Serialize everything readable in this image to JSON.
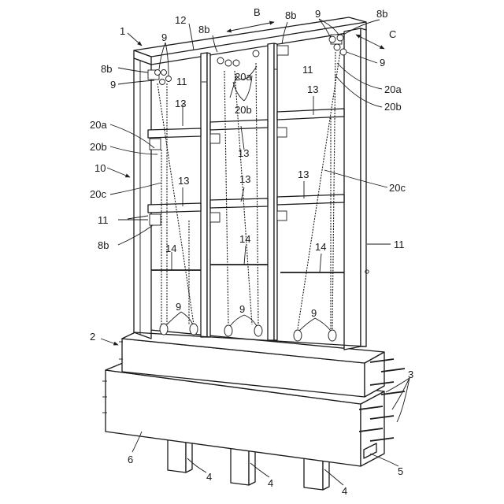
{
  "labels": {
    "l1": "1",
    "l2": "2",
    "l3": "3",
    "l4a": "4",
    "l4b": "4",
    "l4c": "4",
    "l5": "5",
    "l6": "6",
    "l9a": "9",
    "l9b": "9",
    "l9c": "9",
    "l9d": "9",
    "l9e": "9",
    "l9f": "9",
    "l9g": "9",
    "l10": "10",
    "l11a": "11",
    "l11b": "11",
    "l11c": "11",
    "l11d": "11",
    "l12": "12",
    "l13a": "13",
    "l13b": "13",
    "l13c": "13",
    "l13d": "13",
    "l13e": "13",
    "l13f": "13",
    "l14a": "14",
    "l14b": "14",
    "l14c": "14",
    "l8b1": "8b",
    "l8b2": "8b",
    "l8b3": "8b",
    "l8b4": "8b",
    "l8b5": "8b",
    "l20a1": "20a",
    "l20a2": "20a",
    "l20a3": "20a",
    "l20b1": "20b",
    "l20b2": "20b",
    "l20b3": "20b",
    "l20c1": "20c",
    "l20c2": "20c",
    "lB": "B",
    "lC": "C"
  }
}
